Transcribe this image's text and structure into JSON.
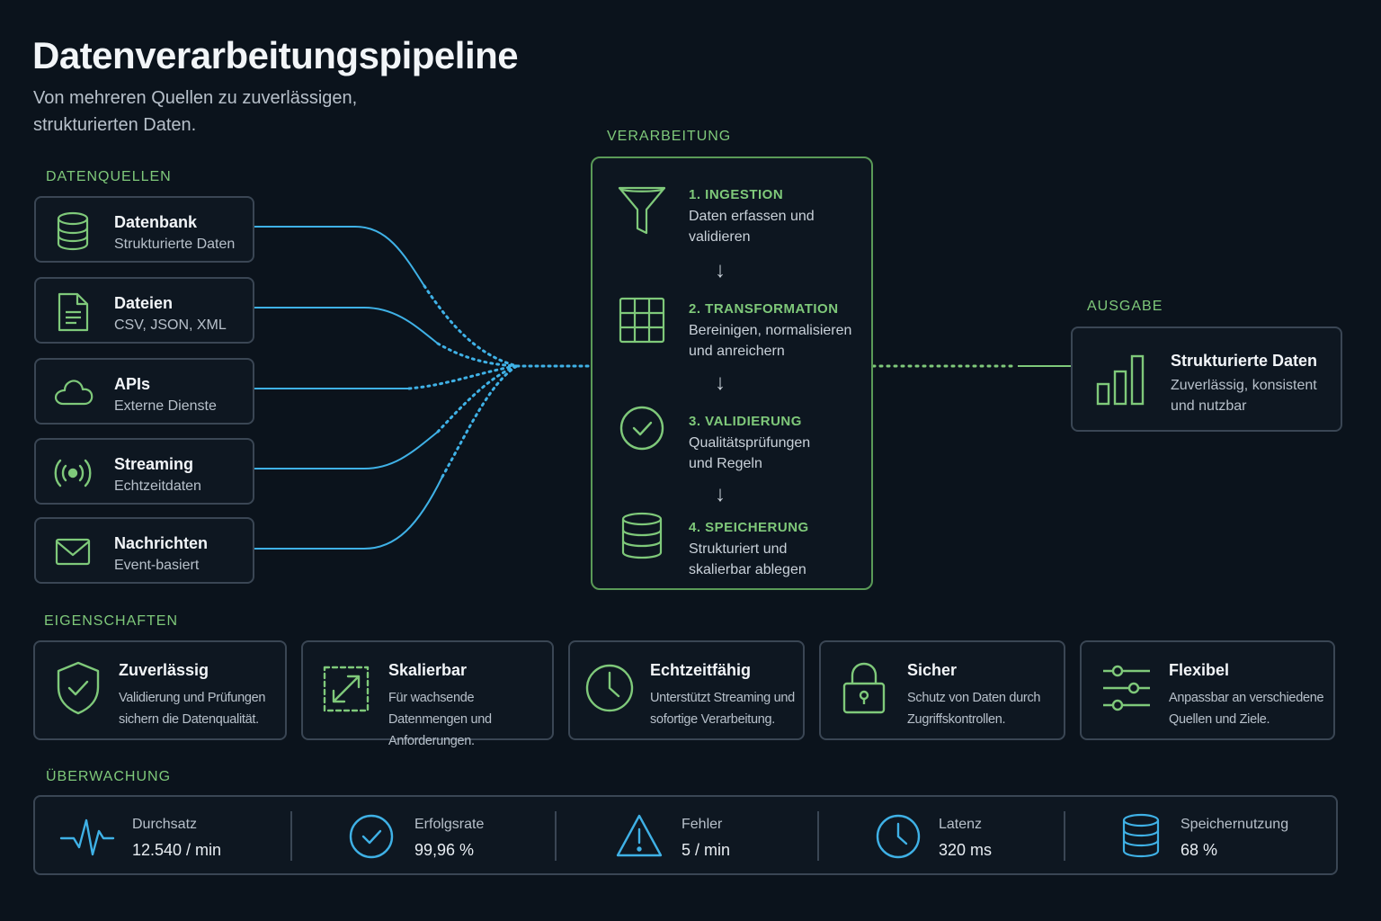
{
  "title": "Datenverarbeitungspipeline",
  "subtitle": "Von mehreren Quellen zu zuverlässigen, strukturierten Daten.",
  "sections": {
    "sources": "DATENQUELLEN",
    "processing": "VERARBEITUNG",
    "output": "AUSGABE",
    "properties": "EIGENSCHAFTEN",
    "monitoring": "ÜBERWACHUNG"
  },
  "sources": [
    {
      "title": "Datenbank",
      "subtitle": "Strukturierte Daten",
      "icon": "database-icon"
    },
    {
      "title": "Dateien",
      "subtitle": "CSV, JSON, XML",
      "icon": "file-icon"
    },
    {
      "title": "APIs",
      "subtitle": "Externe Dienste",
      "icon": "cloud-icon"
    },
    {
      "title": "Streaming",
      "subtitle": "Echtzeitdaten",
      "icon": "broadcast-icon"
    },
    {
      "title": "Nachrichten",
      "subtitle": "Event-basiert",
      "icon": "mail-icon"
    }
  ],
  "steps": [
    {
      "title": "1. INGESTION",
      "desc": "Daten erfassen und validieren",
      "icon": "funnel-icon"
    },
    {
      "title": "2. TRANSFORMATION",
      "desc": "Bereinigen, normalisieren und anreichern",
      "icon": "grid-icon"
    },
    {
      "title": "3. VALIDIERUNG",
      "desc": "Qualitätsprüfungen und Regeln",
      "icon": "check-circle-icon"
    },
    {
      "title": "4. SPEICHERUNG",
      "desc": "Strukturiert und skalierbar ablegen",
      "icon": "storage-icon"
    }
  ],
  "step_arrow": "↓",
  "output": {
    "title": "Strukturierte Daten",
    "desc": "Zuverlässig, konsistent und nutzbar",
    "icon": "bar-chart-icon"
  },
  "properties": [
    {
      "title": "Zuverlässig",
      "desc": "Validierung und Prüfungen sichern die Datenqualität.",
      "icon": "shield-check-icon"
    },
    {
      "title": "Skalierbar",
      "desc": "Für wachsende Datenmengen und Anforderungen.",
      "icon": "expand-icon"
    },
    {
      "title": "Echtzeitfähig",
      "desc": "Unterstützt Streaming und sofortige Verarbeitung.",
      "icon": "clock-icon"
    },
    {
      "title": "Sicher",
      "desc": "Schutz von Daten durch Zugriffskontrollen.",
      "icon": "lock-icon"
    },
    {
      "title": "Flexibel",
      "desc": "Anpassbar an verschiedene Quellen und Ziele.",
      "icon": "sliders-icon"
    }
  ],
  "monitoring": [
    {
      "label": "Durchsatz",
      "value": "12.540 / min",
      "icon": "pulse-icon"
    },
    {
      "label": "Erfolgsrate",
      "value": "99,96 %",
      "icon": "check-circle-icon"
    },
    {
      "label": "Fehler",
      "value": "5 / min",
      "icon": "warning-icon"
    },
    {
      "label": "Latenz",
      "value": "320 ms",
      "icon": "clock-icon"
    },
    {
      "label": "Speichernutzung",
      "value": "68 %",
      "icon": "database-icon"
    }
  ],
  "colors": {
    "background": "#0b131c",
    "green": "#7fc97a",
    "blue": "#3fb1e6",
    "border": "#3a4654"
  }
}
